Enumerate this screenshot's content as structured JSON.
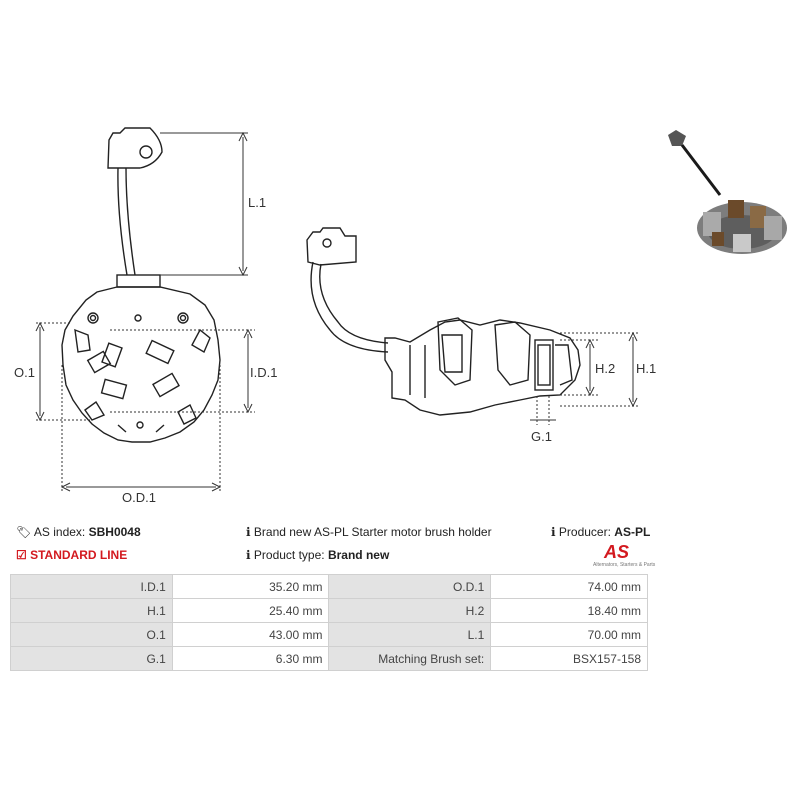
{
  "drawing": {
    "labels": {
      "l1": "L.1",
      "o1": "O.1",
      "id1": "I.D.1",
      "od1": "O.D.1",
      "h1": "H.1",
      "h2": "H.2",
      "g1": "G.1"
    }
  },
  "info": {
    "as_index_label": "AS index:",
    "as_index_value": "SBH0048",
    "description": "Brand new AS-PL Starter motor brush holder",
    "producer_label": "Producer:",
    "producer_value": "AS-PL",
    "line": "STANDARD LINE",
    "product_type_label": "Product type:",
    "product_type_value": "Brand new",
    "logo_text": "AS",
    "logo_tagline": "Alternators, Starters & Parts"
  },
  "specs": [
    [
      "I.D.1",
      "35.20 mm",
      "O.D.1",
      "74.00 mm"
    ],
    [
      "H.1",
      "25.40 mm",
      "H.2",
      "18.40 mm"
    ],
    [
      "O.1",
      "43.00 mm",
      "L.1",
      "70.00 mm"
    ],
    [
      "G.1",
      "6.30 mm",
      "Matching Brush set:",
      "BSX157-158"
    ]
  ],
  "colors": {
    "accent_red": "#d3191f",
    "label_cell": "#e3e3e3",
    "border": "#d0d0d0"
  }
}
